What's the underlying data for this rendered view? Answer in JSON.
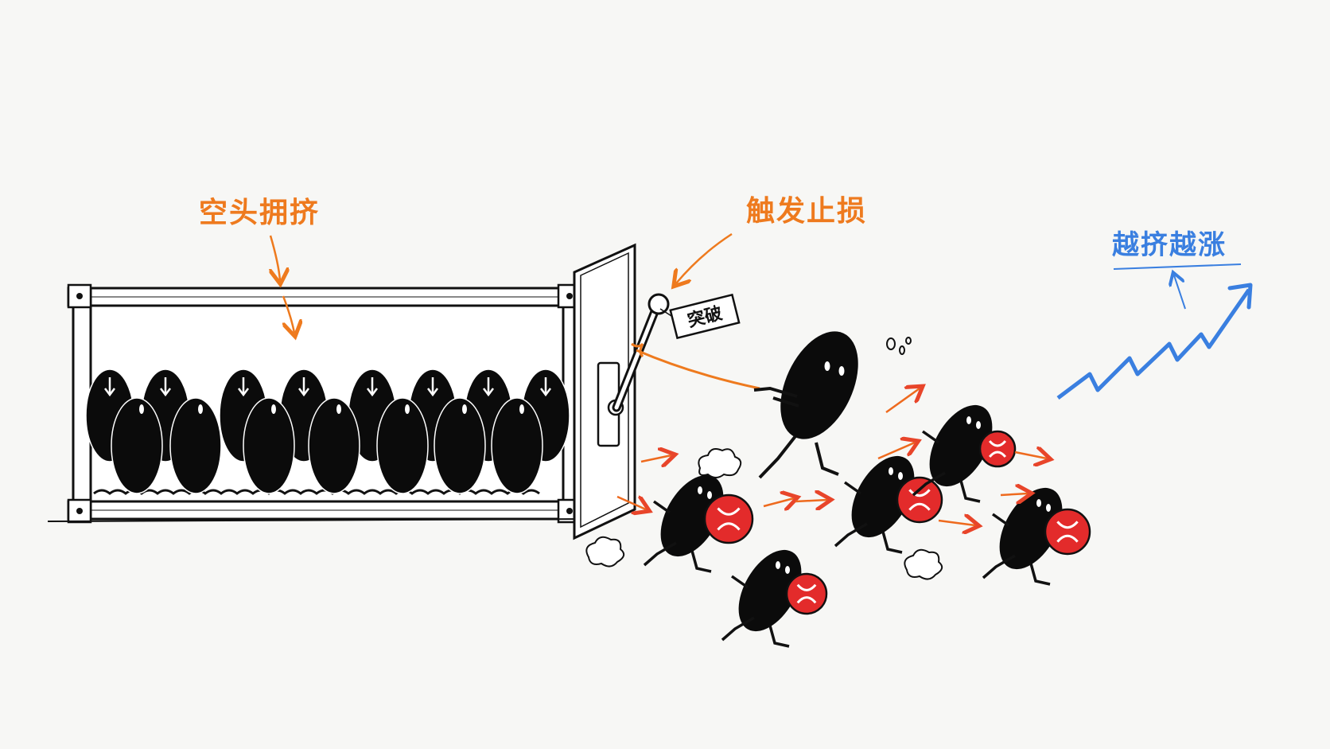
{
  "labels": {
    "short_crowded": "空头拥挤",
    "trigger_stop": "触发止损",
    "squeeze_rise": "越挤越涨",
    "lever_tag": "突破"
  },
  "colors": {
    "background": "#f7f7f5",
    "ink": "#111111",
    "orange_label": "#ee7a1e",
    "blue_label": "#3a7fe0",
    "coin_red": "#e32b2b",
    "motion_arrow": "#ee6a1e"
  },
  "icons": {
    "crowd_badge": "down-arrow-icon",
    "coin": "xrp-coin-icon",
    "trend": "rising-zigzag-arrow-icon"
  }
}
